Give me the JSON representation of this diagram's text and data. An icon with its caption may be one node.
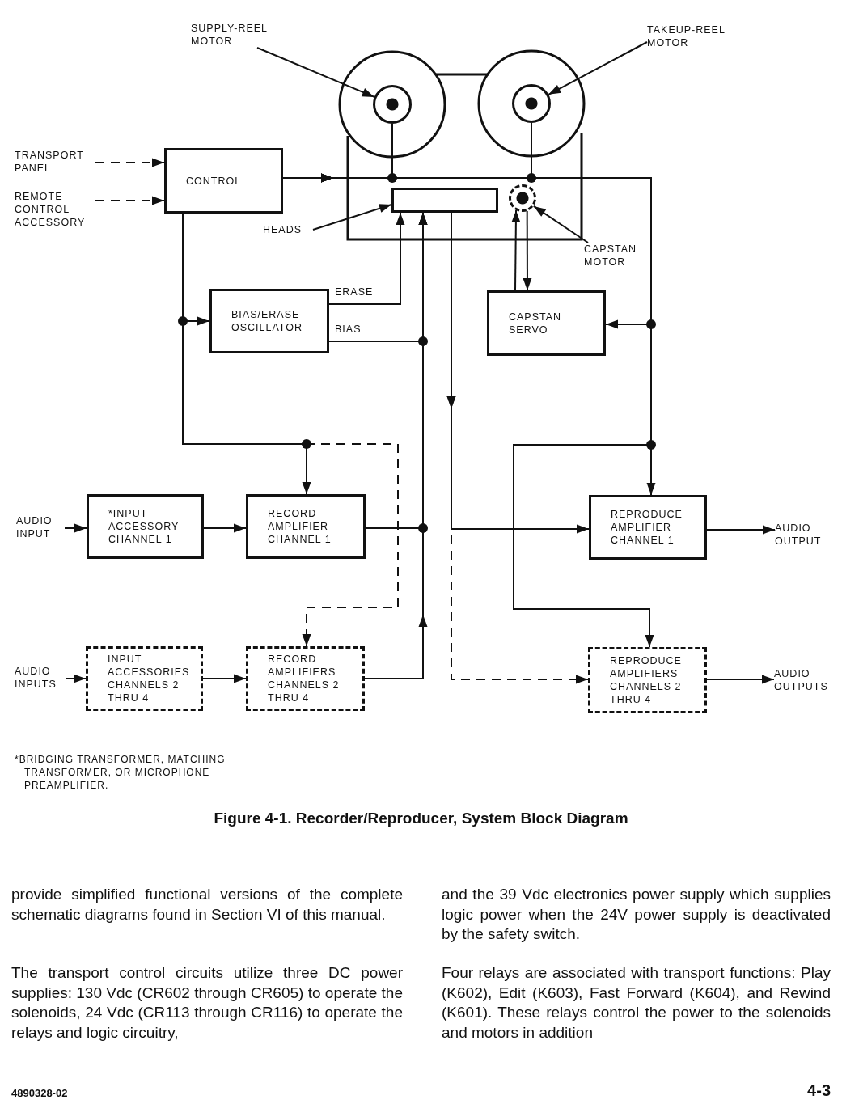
{
  "diagram": {
    "caption": "Figure 4-1. Recorder/Reproducer, System Block Diagram",
    "nodes": [
      {
        "text": [
          "SUPPLY-REEL MOTOR"
        ]
      },
      {
        "text": [],
        "shape": "circle"
      },
      {
        "text": [
          "TAKEUP-REEL MOTOR"
        ]
      },
      {
        "text": [],
        "shape": "circle"
      },
      {
        "text": [
          "TRANSPORT PANEL"
        ]
      },
      {
        "text": [
          "REMOTE CONTROL ACCESSORY"
        ]
      },
      {
        "text": [
          "CONTROL"
        ]
      },
      {
        "text": [
          "HEADS"
        ]
      },
      {
        "text": [],
        "shape": "box"
      },
      {
        "text": [],
        "shape": "circle"
      },
      {
        "text": [
          "CAPSTAN MOTOR"
        ]
      },
      {
        "text": [
          "BIAS/ERASE OSCILLATOR"
        ]
      },
      {
        "text": [
          "CAPSTAN SERVO"
        ]
      },
      {
        "text": [
          "AUDIO INPUT"
        ]
      },
      {
        "text": [
          "*INPUT ACCESSORY CHANNEL 1"
        ]
      },
      {
        "text": [
          "RECORD AMPLIFIER CHANNEL 1"
        ]
      },
      {
        "text": [
          "REPRODUCE AMPLIFIER CHANNEL 1"
        ]
      },
      {
        "text": [
          "AUDIO OUTPUT"
        ]
      },
      {
        "text": [
          "AUDIO INPUTS"
        ]
      },
      {
        "text": [
          "INPUT ACCESSORIES CHANNELS 2 THRU 4"
        ]
      },
      {
        "text": [
          "RECORD AMPLIFIERS CHANNELS 2 THRU 4"
        ]
      },
      {
        "text": [
          "REPRODUCE AMPLIFIERS CHANNELS 2 THRU 4"
        ]
      },
      {
        "text": [
          "AUDIO OUTPUTS"
        ]
      }
    ],
    "edges": [
      {
        "from": 0,
        "to": 1,
        "arrow": "to"
      },
      {
        "from": 2,
        "to": 3,
        "arrow": "to"
      },
      {
        "from": 4,
        "to": 6,
        "arrow": "to",
        "style": "dashed"
      },
      {
        "from": 5,
        "to": 6,
        "arrow": "to",
        "style": "dashed"
      },
      {
        "from": 7,
        "to": 8,
        "arrow": "to"
      },
      {
        "from": 10,
        "to": 9,
        "arrow": "to"
      },
      {
        "from": 6,
        "to": 1,
        "arrow": "to"
      },
      {
        "from": 6,
        "to": 3,
        "arrow": "to"
      },
      {
        "from": 6,
        "to": 12,
        "arrow": "to"
      },
      {
        "from": 6,
        "to": 16,
        "arrow": "to"
      },
      {
        "from": 6,
        "to": 21,
        "arrow": "to"
      },
      {
        "from": 6,
        "to": 11,
        "arrow": "to"
      },
      {
        "from": 6,
        "to": 15,
        "arrow": "to"
      },
      {
        "from": 6,
        "to": 20,
        "arrow": "to",
        "style": "dashed"
      },
      {
        "from": 11,
        "to": 8,
        "arrow": "to",
        "label": "ERASE"
      },
      {
        "from": 11,
        "to": 8,
        "arrow": "to",
        "label": "BIAS"
      },
      {
        "from": 15,
        "to": 8,
        "arrow": "to"
      },
      {
        "from": 20,
        "to": 8,
        "arrow": "to"
      },
      {
        "from": 12,
        "to": 9,
        "arrow": "to"
      },
      {
        "from": 9,
        "to": 12,
        "arrow": "to"
      },
      {
        "from": 8,
        "to": 16,
        "arrow": "to"
      },
      {
        "from": 8,
        "to": 21,
        "arrow": "to",
        "style": "dashed"
      },
      {
        "from": 13,
        "to": 14,
        "arrow": "to"
      },
      {
        "from": 14,
        "to": 15,
        "arrow": "to"
      },
      {
        "from": 16,
        "to": 17,
        "arrow": "to"
      },
      {
        "from": 18,
        "to": 19,
        "arrow": "to"
      },
      {
        "from": 19,
        "to": 20,
        "arrow": "to"
      },
      {
        "from": 21,
        "to": 22,
        "arrow": "to"
      }
    ],
    "labels": [
      "*BRIDGING TRANSFORMER, MATCHING TRANSFORMER, OR MICROPHONE PREAMPLIFIER.",
      "provide simplified functional versions of the complete schematic diagrams found in Section VI of this manual.",
      "The transport control circuits utilize three DC power supplies: 130 Vdc (CR602 through CR605) to operate the solenoids, 24 Vdc (CR113 through CR116) to operate the relays and logic circuitry,",
      "and the 39 Vdc electronics power supply which supplies logic power when the 24V power supply is deactivated by the safety switch.",
      "Four relays are associated with transport functions: Play (K602), Edit (K603), Fast Forward (K604), and Rewind (K601). These relays control the power to the solenoids and motors in addition",
      "4890328-02",
      "4-3"
    ]
  }
}
